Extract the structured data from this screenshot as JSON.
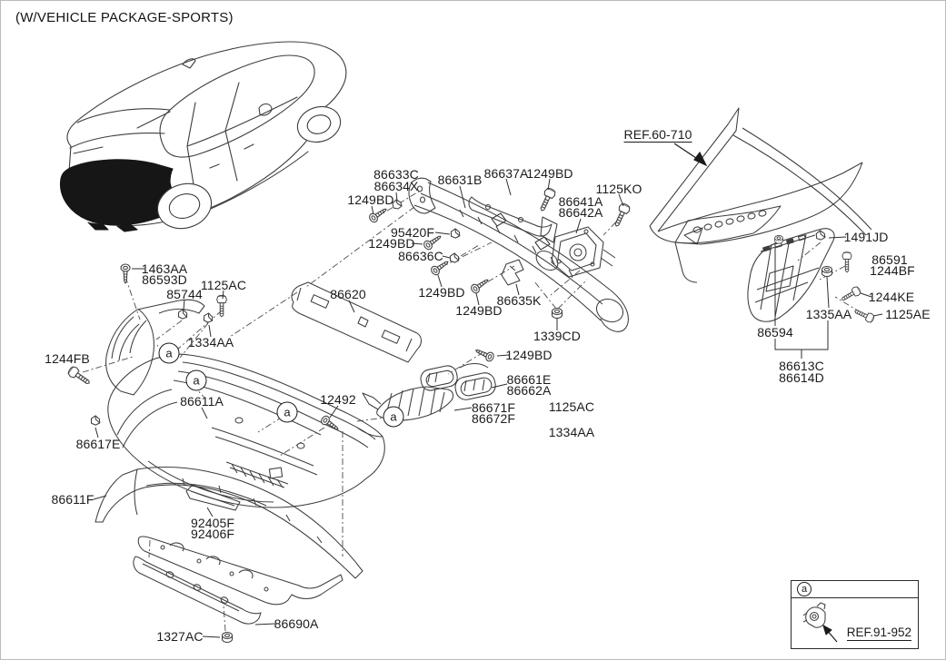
{
  "title": "(W/VEHICLE PACKAGE-SPORTS)",
  "refs": {
    "quarter_panel": "REF.60-710",
    "parking_sensor": "REF.91-952"
  },
  "marker": {
    "label": "a"
  },
  "colors": {
    "line": "#3d3d3d",
    "text": "#1b1b1b",
    "background": "#ffffff",
    "filled_bumper": "#161616"
  },
  "parts": {
    "86633C": "86633C",
    "86634X": "86634X",
    "1249BD": "1249BD",
    "86631B": "86631B",
    "86637A": "86637A",
    "1125KO": "1125KO",
    "86641A": "86641A",
    "86642A": "86642A",
    "95420F": "95420F",
    "86636C": "86636C",
    "1463AA": "1463AA",
    "86593D": "86593D",
    "85744": "85744",
    "1125AC": "1125AC",
    "86620": "86620",
    "1334AA": "1334AA",
    "86635K": "86635K",
    "1339CD": "1339CD",
    "1491JD": "1491JD",
    "86591": "86591",
    "1244BF": "1244BF",
    "1244KE": "1244KE",
    "1335AA": "1335AA",
    "1125AE": "1125AE",
    "86594": "86594",
    "86613C": "86613C",
    "86614D": "86614D",
    "1244FB": "1244FB",
    "86611A": "86611A",
    "86617E": "86617E",
    "12492": "12492",
    "86661E": "86661E",
    "86662A": "86662A",
    "86671F": "86671F",
    "86672F": "86672F",
    "86611F": "86611F",
    "92405F": "92405F",
    "92406F": "92406F",
    "86690A": "86690A",
    "1327AC": "1327AC"
  }
}
